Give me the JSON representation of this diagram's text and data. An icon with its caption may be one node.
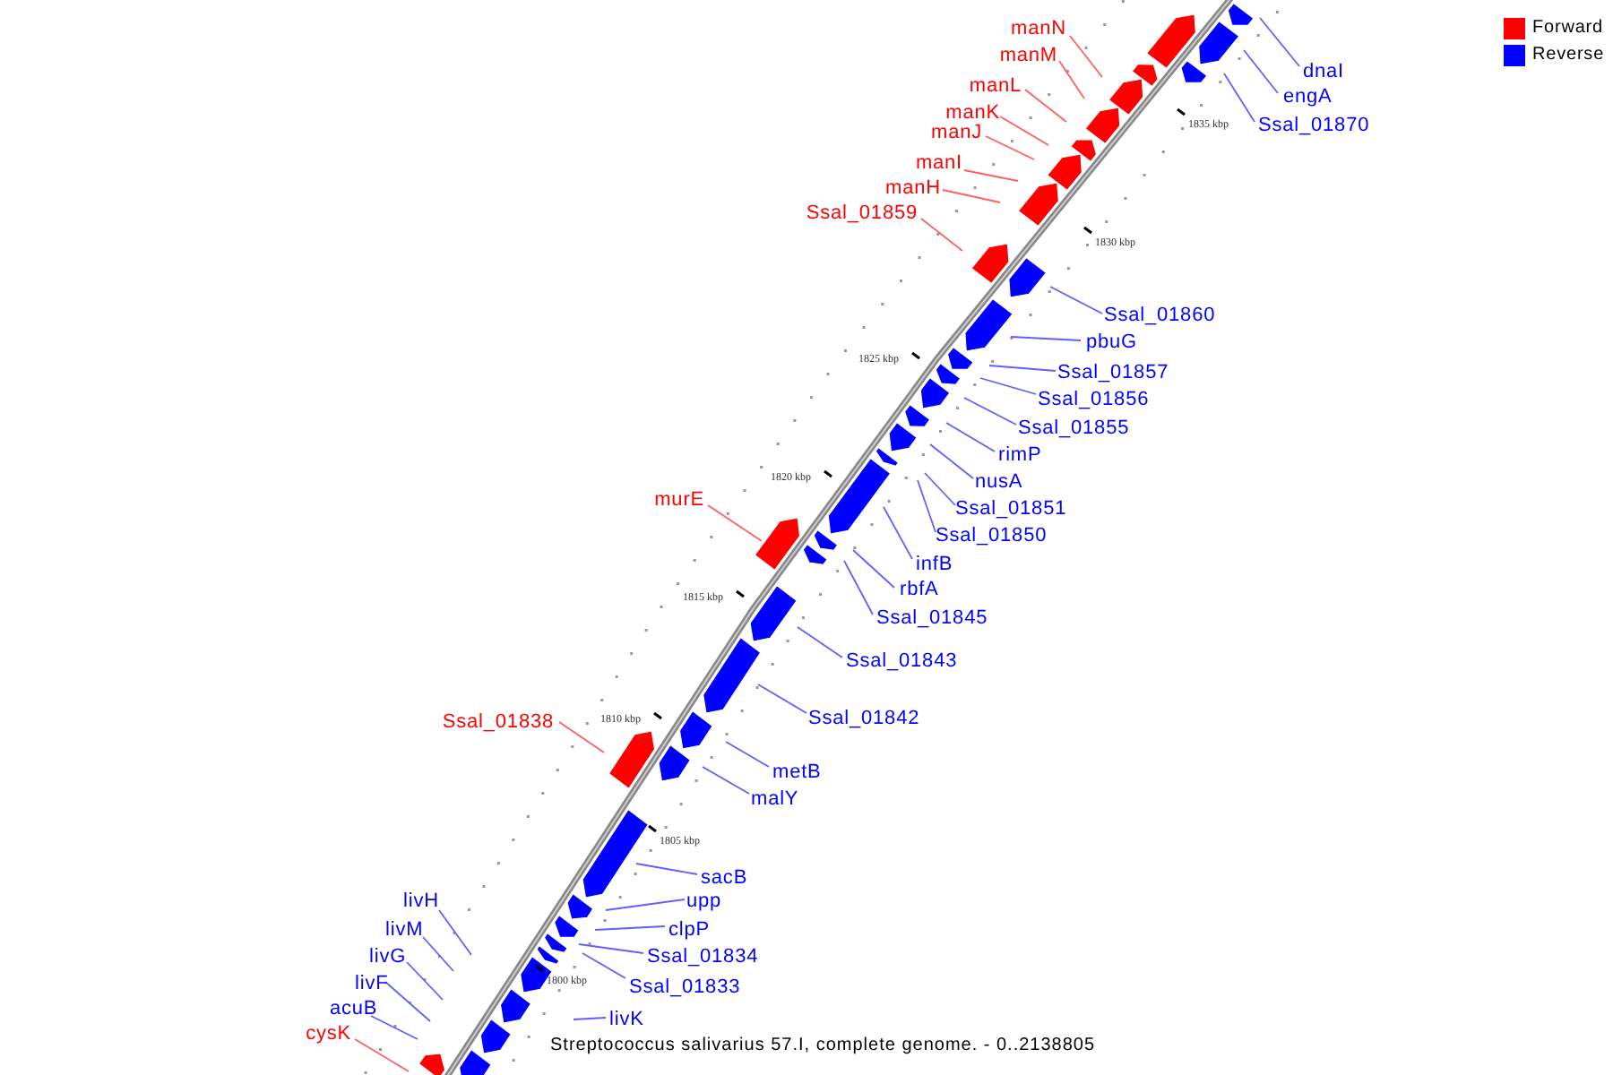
{
  "diagram": {
    "caption": "Streptococcus salivarius 57.I, complete genome. - 0..2138805",
    "nodes": [
      {
        "text": [
          "manN"
        ]
      },
      {
        "text": [
          "manM"
        ]
      },
      {
        "text": [
          "dnaI"
        ]
      },
      {
        "text": [
          "manL"
        ]
      },
      {
        "text": [
          "engA"
        ]
      },
      {
        "text": [
          "manK"
        ]
      },
      {
        "text": [
          "Ssal_01870"
        ]
      },
      {
        "text": [
          "manJ"
        ]
      },
      {
        "text": [
          "manI"
        ]
      },
      {
        "text": [
          "manH"
        ]
      },
      {
        "text": [
          "Ssal_01859"
        ]
      },
      {
        "text": [
          "Ssal_01860"
        ]
      },
      {
        "text": [
          "pbuG"
        ]
      },
      {
        "text": [
          "Ssal_01857"
        ]
      },
      {
        "text": [
          "Ssal_01856"
        ]
      },
      {
        "text": [
          "Ssal_01855"
        ]
      },
      {
        "text": [
          "rimP"
        ]
      },
      {
        "text": [
          "nusA"
        ]
      },
      {
        "text": [
          "murE"
        ]
      },
      {
        "text": [
          "Ssal_01851"
        ]
      },
      {
        "text": [
          "Ssal_01850"
        ]
      },
      {
        "text": [
          "infB"
        ]
      },
      {
        "text": [
          "rbfA"
        ]
      },
      {
        "text": [
          "Ssal_01845"
        ]
      },
      {
        "text": [
          "Ssal_01843"
        ]
      },
      {
        "text": [
          "Ssal_01842"
        ]
      },
      {
        "text": [
          "Ssal_01838"
        ]
      },
      {
        "text": [
          "metB"
        ]
      },
      {
        "text": [
          "malY"
        ]
      },
      {
        "text": [
          "sacB"
        ]
      },
      {
        "text": [
          "upp"
        ]
      },
      {
        "text": [
          "livH"
        ]
      },
      {
        "text": [
          "clpP"
        ]
      },
      {
        "text": [
          "livM"
        ]
      },
      {
        "text": [
          "Ssal_01834"
        ]
      },
      {
        "text": [
          "livG"
        ]
      },
      {
        "text": [
          "Ssal_01833"
        ]
      },
      {
        "text": [
          "livF"
        ]
      },
      {
        "text": [
          "acuB"
        ]
      },
      {
        "text": [
          "livK"
        ]
      },
      {
        "text": [
          "cysK"
        ]
      }
    ],
    "edges": [
      {
        "from": 0,
        "to": null,
        "arrow": "none",
        "color": "#ff6060"
      },
      {
        "from": 1,
        "to": null,
        "arrow": "none",
        "color": "#ff6060"
      },
      {
        "from": 2,
        "to": null,
        "arrow": "none"
      },
      {
        "from": 3,
        "to": null,
        "arrow": "none",
        "color": "#ff6060"
      },
      {
        "from": 4,
        "to": null,
        "arrow": "none"
      },
      {
        "from": 5,
        "to": null,
        "arrow": "none",
        "color": "#ff6060"
      },
      {
        "from": 6,
        "to": null,
        "arrow": "none"
      },
      {
        "from": 7,
        "to": null,
        "arrow": "none",
        "color": "#ff6060"
      },
      {
        "from": 8,
        "to": null,
        "arrow": "none",
        "color": "#ff6060"
      },
      {
        "from": 9,
        "to": null,
        "arrow": "none",
        "color": "#ff6060"
      },
      {
        "from": 10,
        "to": null,
        "arrow": "none",
        "color": "#ff6060"
      },
      {
        "from": 11,
        "to": null,
        "arrow": "none"
      },
      {
        "from": 12,
        "to": null,
        "arrow": "none"
      },
      {
        "from": 13,
        "to": null,
        "arrow": "none"
      },
      {
        "from": 14,
        "to": null,
        "arrow": "none"
      },
      {
        "from": 15,
        "to": null,
        "arrow": "none"
      },
      {
        "from": 16,
        "to": null,
        "arrow": "none"
      },
      {
        "from": 17,
        "to": null,
        "arrow": "none"
      },
      {
        "from": 18,
        "to": null,
        "arrow": "none",
        "color": "#ff6060"
      },
      {
        "from": 19,
        "to": null,
        "arrow": "none"
      },
      {
        "from": 20,
        "to": null,
        "arrow": "none"
      },
      {
        "from": 21,
        "to": null,
        "arrow": "none"
      },
      {
        "from": 22,
        "to": null,
        "arrow": "none"
      },
      {
        "from": 23,
        "to": null,
        "arrow": "none"
      },
      {
        "from": 24,
        "to": null,
        "arrow": "none"
      },
      {
        "from": 25,
        "to": null,
        "arrow": "none"
      },
      {
        "from": 26,
        "to": null,
        "arrow": "none",
        "color": "#ff6060"
      },
      {
        "from": 27,
        "to": null,
        "arrow": "none"
      },
      {
        "from": 28,
        "to": null,
        "arrow": "none"
      },
      {
        "from": 29,
        "to": null,
        "arrow": "none"
      },
      {
        "from": 30,
        "to": null,
        "arrow": "none"
      },
      {
        "from": 31,
        "to": null,
        "arrow": "none"
      },
      {
        "from": 32,
        "to": null,
        "arrow": "none"
      },
      {
        "from": 33,
        "to": null,
        "arrow": "none"
      },
      {
        "from": 34,
        "to": null,
        "arrow": "none"
      },
      {
        "from": 35,
        "to": null,
        "arrow": "none"
      },
      {
        "from": 36,
        "to": null,
        "arrow": "none"
      },
      {
        "from": 37,
        "to": null,
        "arrow": "none"
      },
      {
        "from": 38,
        "to": null,
        "arrow": "none"
      },
      {
        "from": 39,
        "to": null,
        "arrow": "none"
      },
      {
        "from": 40,
        "to": null,
        "arrow": "none",
        "color": "#ff6060"
      }
    ],
    "labels": [
      "1835 kbp",
      "1830 kbp",
      "1825 kbp",
      "1820 kbp",
      "1815 kbp",
      "1810 kbp",
      "1805 kbp",
      "1800 kbp"
    ],
    "legend": [
      {
        "text": "Forward",
        "color": "#ff0000"
      },
      {
        "text": "Reverse",
        "color": "#0000ff"
      }
    ]
  }
}
